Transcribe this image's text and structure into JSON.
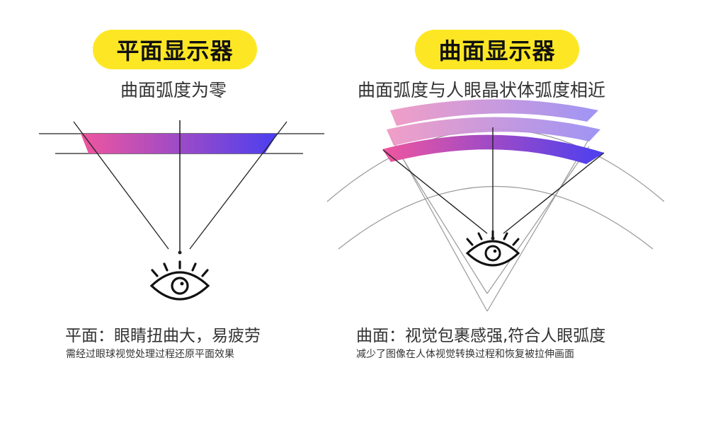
{
  "flat": {
    "title": "平面显示器",
    "subtitle": "曲面弧度为零",
    "caption": "平面：眼睛扭曲大，易疲劳",
    "note": "需经过眼球视觉处理过程还原平面效果"
  },
  "curved": {
    "title": "曲面显示器",
    "subtitle": "曲面弧度与人眼晶状体弧度相近",
    "caption": "曲面：视觉包裹感强,符合人眼弧度",
    "note": "减少了图像在人体视觉转换过程和恢复被拉伸画面"
  },
  "colors": {
    "pill_yellow": "#fde724",
    "gradient_pink": "#f0569e",
    "gradient_blue": "#4a3ff0",
    "line": "#222222",
    "arc": "#888888"
  },
  "icons": [
    "eye-icon"
  ]
}
